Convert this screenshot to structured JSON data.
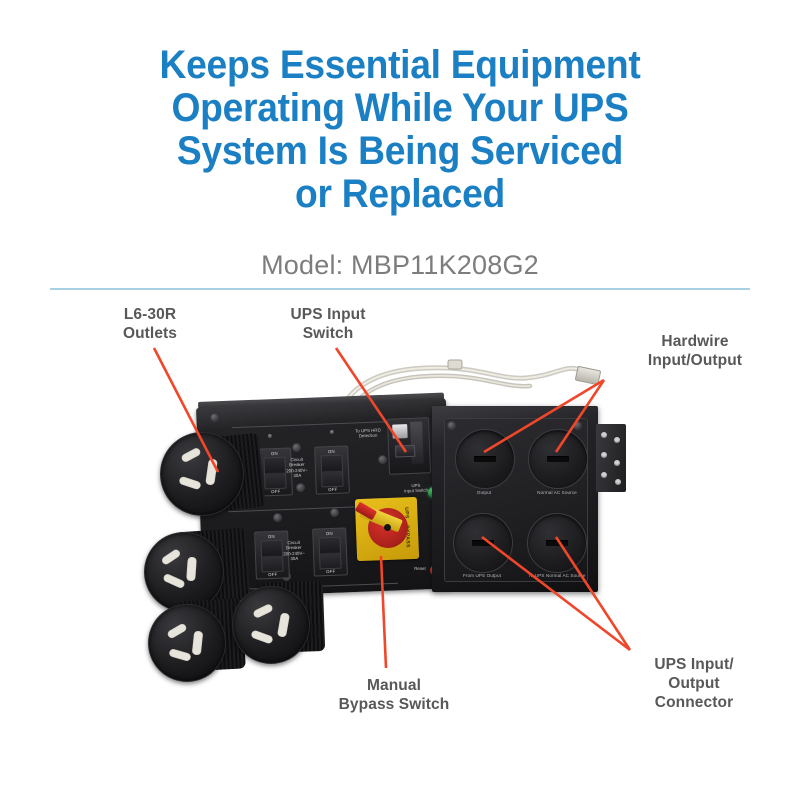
{
  "page": {
    "background_color": "#ffffff",
    "accent_blue": "#1b7fc4",
    "divider_color": "#a9cfe2",
    "label_color": "#58585a",
    "leader_color": "#f0462a"
  },
  "header": {
    "headline_lines": [
      "Keeps Essential Equipment",
      "Operating While Your UPS",
      "System Is Being Serviced",
      "or Replaced"
    ],
    "subtitle": "Model: MBP11K208G2"
  },
  "callouts": [
    {
      "id": "l6-30r-outlets",
      "lines": [
        "L6-30R",
        "Outlets"
      ]
    },
    {
      "id": "ups-input-switch",
      "lines": [
        "UPS Input",
        "Switch"
      ]
    },
    {
      "id": "hardwire-input-output",
      "lines": [
        "Hardwire",
        "Input/Output"
      ]
    },
    {
      "id": "manual-bypass-switch",
      "lines": [
        "Manual",
        "Bypass Switch"
      ]
    },
    {
      "id": "ups-input-output-connector",
      "lines": [
        "UPS Input/",
        "Output",
        "Connector"
      ]
    }
  ],
  "product": {
    "knockout_labels": [
      "Output",
      "Normal AC Source",
      "From UPS Output",
      "To UPS Normal AC Source"
    ],
    "breaker_labels": [
      {
        "on": "ON",
        "off": "OFF",
        "amp": "30"
      },
      {
        "on": "ON",
        "off": "OFF",
        "amp": "30"
      },
      {
        "on": "ON",
        "off": "OFF",
        "amp": "30"
      },
      {
        "on": "ON",
        "off": "OFF",
        "amp": "30"
      }
    ],
    "circuit_breaker_caption": [
      "Circuit",
      "Breaker",
      "200-240V~",
      "30A"
    ],
    "ups_input_switch_caption": [
      "UPS",
      "Input Switch"
    ],
    "ups_hrd_caption": [
      "To UPS HRD",
      "Detection"
    ],
    "bypass_plate_text": [
      "UPS",
      "BYPASS"
    ],
    "indicator_labels": [
      "Reset"
    ]
  }
}
